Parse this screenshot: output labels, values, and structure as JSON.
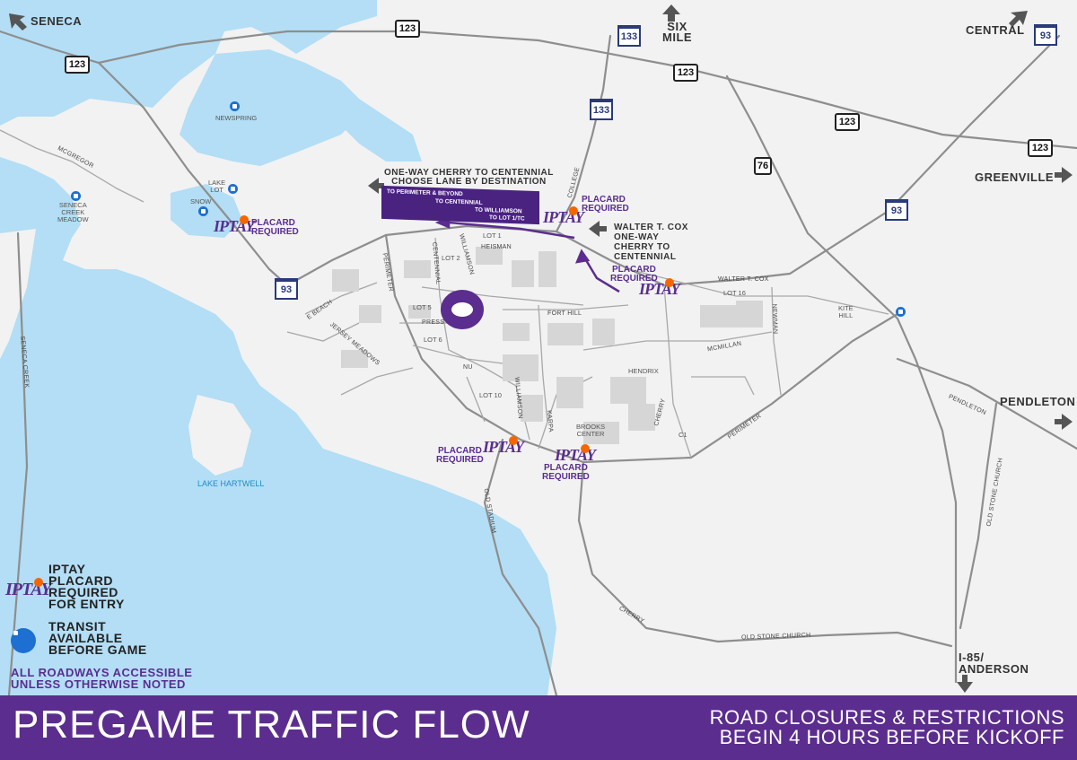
{
  "banner": {
    "title": "PREGAME TRAFFIC FLOW",
    "subtitle_line1": "ROAD CLOSURES & RESTRICTIONS",
    "subtitle_line2": "BEGIN 4 HOURS BEFORE KICKOFF"
  },
  "legend": {
    "iptay_logo": "IPTAY",
    "iptay_lines": [
      "IPTAY",
      "PLACARD",
      "REQUIRED",
      "FOR ENTRY"
    ],
    "transit_lines": [
      "TRANSIT",
      "AVAILABLE",
      "BEFORE GAME"
    ],
    "note_lines": [
      "ALL ROADWAYS ACCESSIBLE",
      "UNLESS OTHERWISE NOTED"
    ]
  },
  "directions": {
    "seneca": "SENECA",
    "six_mile_1": "SIX",
    "six_mile_2": "MILE",
    "central": "CENTRAL",
    "greenville": "GREENVILLE",
    "pendleton": "PENDLETON",
    "anderson_1": "I-85/",
    "anderson_2": "ANDERSON"
  },
  "shields": {
    "us123": "123",
    "sc133": "133",
    "us76": "76",
    "sc93": "93"
  },
  "one_way_notice": {
    "line1": "ONE-WAY CHERRY TO CENTENNIAL",
    "line2": "CHOOSE LANE BY DESTINATION",
    "lanes": [
      "TO PERIMETER & BEYOND",
      "TO CENTENNIAL",
      "TO WILLIAMSON",
      "TO LOT 1/TC"
    ]
  },
  "walter_cox_notice": [
    "WALTER T. COX",
    "ONE-WAY",
    "CHERRY TO",
    "CENTENNIAL"
  ],
  "placard": {
    "line1": "PLACARD",
    "line2": "REQUIRED",
    "logo": "IPTAY"
  },
  "roads": {
    "mcgregor": "MCGREGOR",
    "e_beach": "E BEACH",
    "perimeter": "PERIMETER",
    "centennial": "CENTENNIAL",
    "williamson": "WILLIAMSON",
    "heisman": "HEISMAN",
    "college": "COLLEGE",
    "walter_t_cox": "WALTER T. COX",
    "fort_hill": "FORT HILL",
    "press": "PRESS",
    "nu": "NU",
    "jersey_meadows": "JERSEY MEADOWS",
    "seneca_creek": "SENECA CREEK",
    "newman": "NEWMAN",
    "mcmillan": "MCMILLAN",
    "cherry": "CHERRY",
    "karpa": "KARPA",
    "old_stadium": "OLD STADIUM",
    "pendleton": "PENDLETON",
    "old_stone_church": "OLD STONE CHURCH",
    "perimeter2": "PERIMETER"
  },
  "places": {
    "newspring": "NEWSPRING",
    "lake_lot_1": "LAKE",
    "lake_lot_2": "LOT",
    "snow": "SNOW",
    "scm_1": "SENECA",
    "scm_2": "CREEK",
    "scm_3": "MEADOW",
    "lot1": "LOT 1",
    "lot2": "LOT 2",
    "lot5": "LOT 5",
    "lot6": "LOT 6",
    "lot10": "LOT 10",
    "lot16": "LOT 16",
    "kite_hill_1": "KITE",
    "kite_hill_2": "HILL",
    "hendrix": "HENDRIX",
    "brooks_1": "BROOKS",
    "brooks_2": "CENTER",
    "c1": "C1",
    "lake_hartwell": "LAKE HARTWELL"
  }
}
